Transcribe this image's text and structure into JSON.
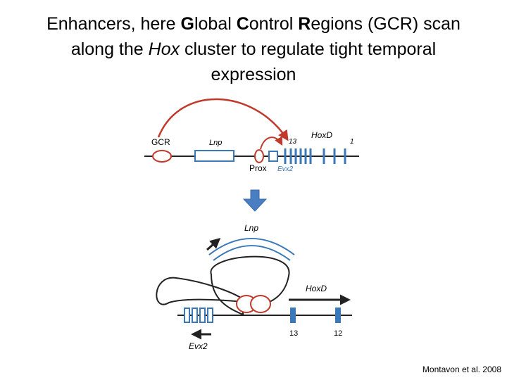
{
  "title": {
    "t1": "Enhancers, here ",
    "g": "G",
    "lobal": "lobal ",
    "c": "C",
    "ontrol": "ontrol ",
    "r": "R",
    "egions": "egions (GCR) scan",
    "line2a": "along the ",
    "hox": "Hox",
    "line2b": " cluster to regulate tight temporal",
    "line3": "expression"
  },
  "diagram_top": {
    "gcr": "GCR",
    "lnp": "Lnp",
    "prox": "Prox",
    "evx2": "Evx2",
    "n13": "13",
    "hoxd": "HoxD",
    "n1": "1"
  },
  "diagram_bottom": {
    "lnp": "Lnp",
    "hoxd": "HoxD",
    "evx2": "Evx2",
    "n13": "13",
    "n12": "12"
  },
  "citation": "Montavon et al. 2008",
  "colors": {
    "red": "#c0392b",
    "blue": "#3a78b7",
    "dark": "#222222"
  }
}
